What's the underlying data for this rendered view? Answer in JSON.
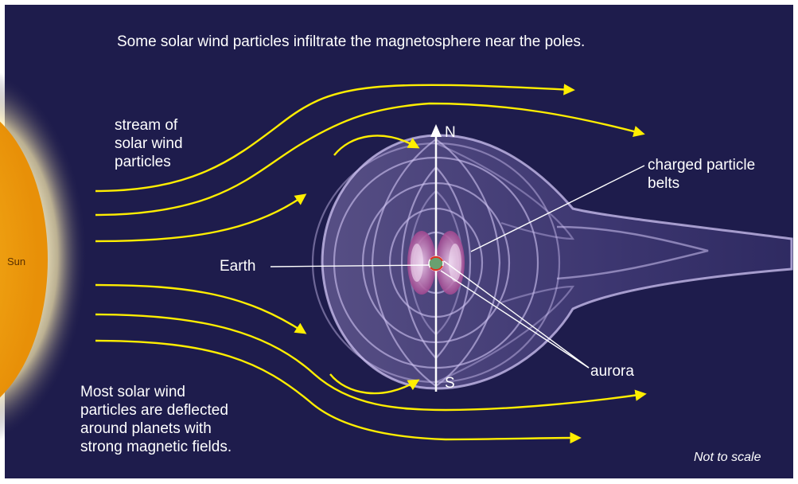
{
  "heading": "Some solar wind particles infiltrate the magnetosphere near the poles.",
  "labels": {
    "stream": "stream of\nsolar wind\nparticles",
    "sun": "Sun",
    "north": "N",
    "south": "S",
    "earth": "Earth",
    "belts": "charged particle\nbelts",
    "aurora": "aurora",
    "deflected": "Most solar wind\nparticles are deflected\naround planets with\nstrong magnetic fields.",
    "scale": "Not to scale"
  },
  "colors": {
    "background": "#1e1c4c",
    "sun": "#f0a010",
    "sun_glow": "#fff8d8",
    "wind": "#ffee00",
    "field": "#c8b8f0",
    "belts": "#c080c0",
    "text": "#ffffff"
  }
}
